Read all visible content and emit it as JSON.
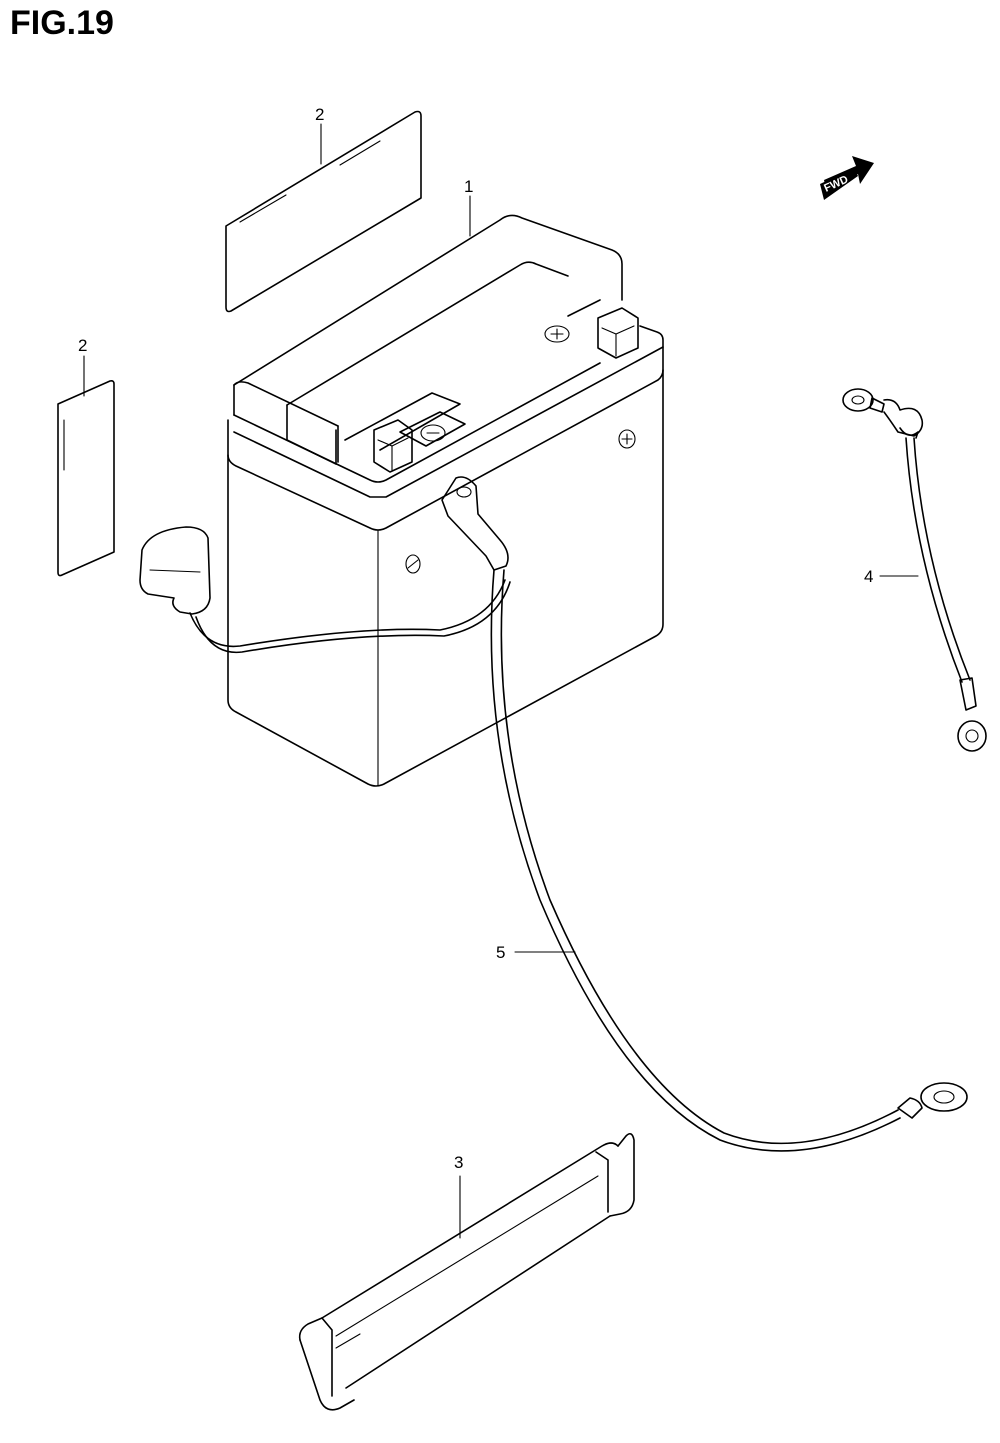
{
  "figure": {
    "title": "FIG.19"
  },
  "callouts": {
    "battery": "1",
    "label_top": "2",
    "label_side": "2",
    "strap": "3",
    "lead_wire_right": "4",
    "lead_wire_long": "5"
  },
  "fwd_arrow": {
    "text": "FWD"
  }
}
